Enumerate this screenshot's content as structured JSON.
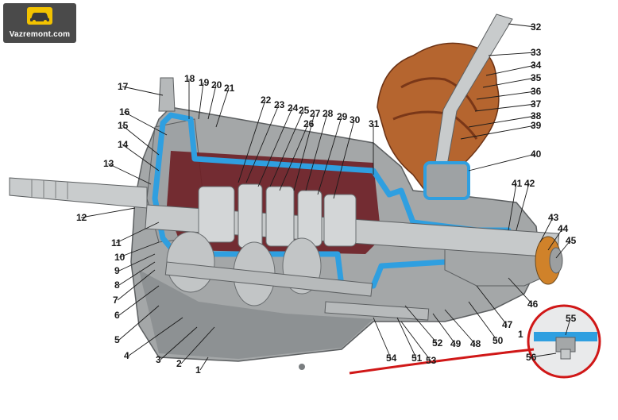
{
  "logo": {
    "text": "Vazremont.com",
    "icon": "car-icon"
  },
  "colors": {
    "housing": "#a9acad",
    "section": "#2f9fe0",
    "gear": "#c8ccce",
    "boot": "#b05a2a",
    "callout_ring": "#d01717"
  },
  "callouts": [
    "1",
    "2",
    "3",
    "4",
    "5",
    "6",
    "7",
    "8",
    "9",
    "10",
    "11",
    "12",
    "13",
    "14",
    "15",
    "16",
    "17",
    "18",
    "19",
    "20",
    "21",
    "22",
    "23",
    "24",
    "25",
    "26",
    "27",
    "28",
    "29",
    "30",
    "31",
    "32",
    "33",
    "34",
    "35",
    "36",
    "37",
    "38",
    "39",
    "40",
    "41",
    "42",
    "43",
    "44",
    "45",
    "46",
    "47",
    "48",
    "49",
    "50",
    "51",
    "52",
    "53",
    "54",
    "55",
    "56"
  ],
  "inset": {
    "labels": [
      "1",
      "55",
      "56"
    ]
  }
}
